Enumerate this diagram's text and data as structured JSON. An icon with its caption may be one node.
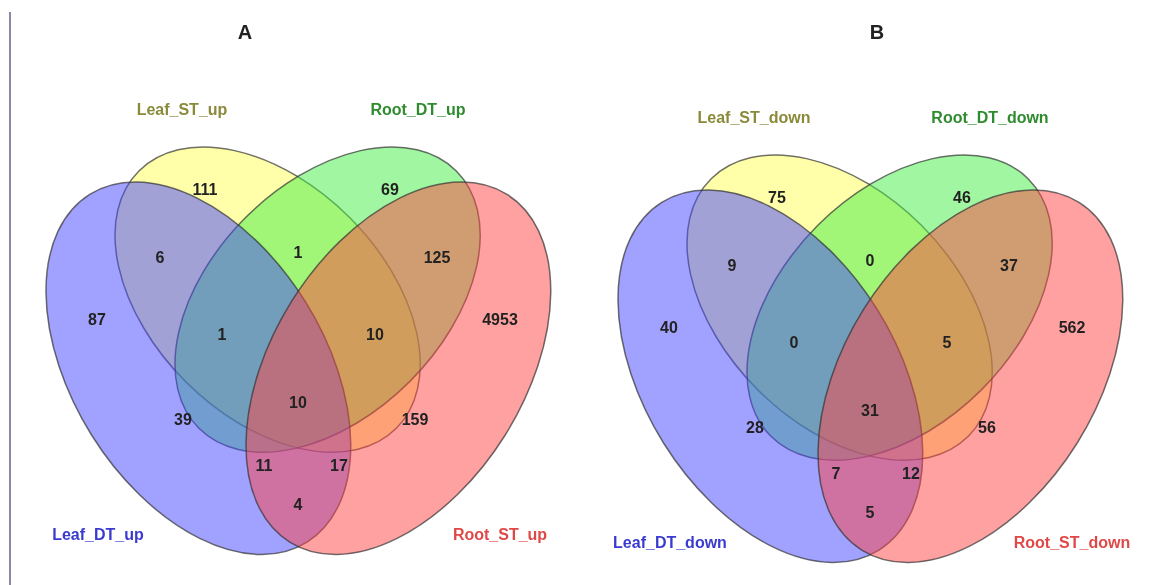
{
  "diagram": {
    "nodes": [
      {
        "text": [
          "Leaf_ST_up"
        ]
      },
      {
        "text": [
          "Root_DT_up"
        ]
      },
      {
        "text": [
          "Leaf_DT_up"
        ]
      },
      {
        "text": [
          "Root_ST_up"
        ]
      },
      {
        "text": [
          "Leaf_ST_down"
        ]
      },
      {
        "text": [
          "Root_DT_down"
        ]
      },
      {
        "text": [
          "Leaf_DT_down"
        ]
      },
      {
        "text": [
          "Root_ST_down"
        ]
      }
    ],
    "labels": [
      "A",
      "B",
      "111",
      "69",
      "6",
      "1",
      "125",
      "87",
      "1",
      "10",
      "4953",
      "10",
      "39",
      "159",
      "11",
      "17",
      "4",
      "75",
      "46",
      "9",
      "0",
      "37",
      "40",
      "0",
      "5",
      "562",
      "31",
      "28",
      "56",
      "7",
      "12",
      "5"
    ]
  }
}
